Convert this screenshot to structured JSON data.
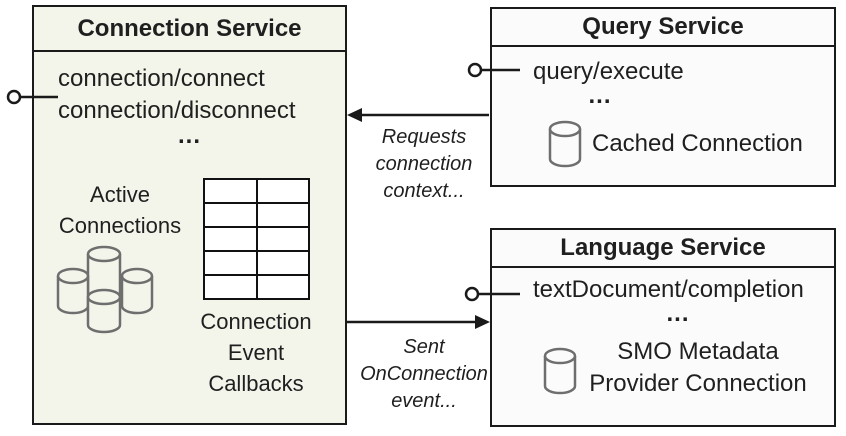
{
  "connection_service": {
    "title": "Connection Service",
    "method_1": "connection/connect",
    "method_2": "connection/disconnect",
    "ellipsis": "...",
    "active_line_1": "Active",
    "active_line_2": "Connections",
    "callbacks_line_1": "Connection",
    "callbacks_line_2": "Event",
    "callbacks_line_3": "Callbacks"
  },
  "query_service": {
    "title": "Query Service",
    "method_1": "query/execute",
    "ellipsis": "...",
    "cache_label": "Cached Connection"
  },
  "language_service": {
    "title": "Language Service",
    "method_1": "textDocument/completion",
    "ellipsis": "...",
    "smo_line_1": "SMO Metadata",
    "smo_line_2": "Provider Connection"
  },
  "arrows": {
    "requests_line_1": "Requests",
    "requests_line_2": "connection",
    "requests_line_3": "context...",
    "sent_line_1": "Sent",
    "sent_line_2": "OnConnection",
    "sent_line_3": "event..."
  },
  "colors": {
    "connection_service_fill": "#f3f5ea",
    "service_fill": "#fbfbfb",
    "border": "#1a1a1a",
    "cylinder_stroke": "#6e6e6e"
  }
}
